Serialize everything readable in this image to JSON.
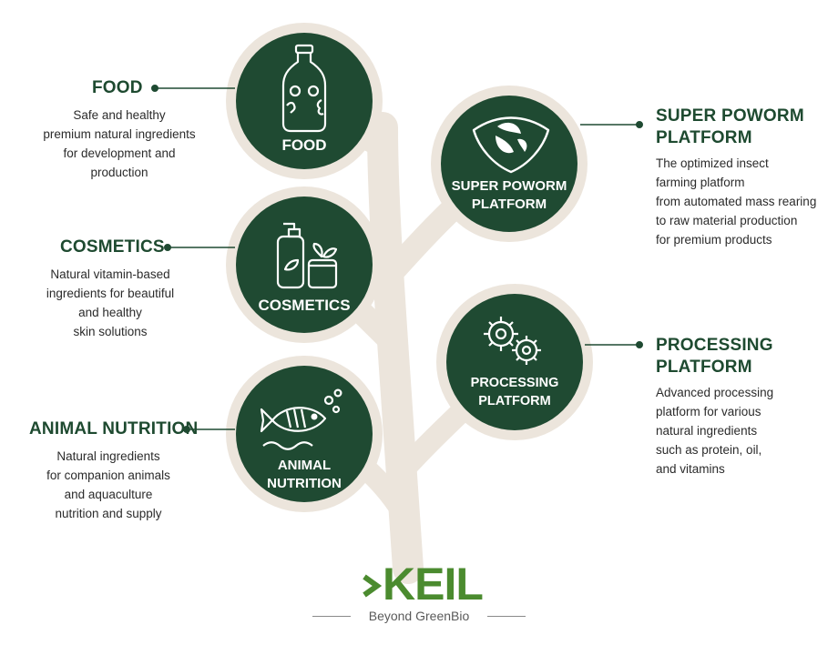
{
  "colors": {
    "circle": "#1f4a32",
    "stem": "#ece5dc",
    "title": "#1e4a30",
    "logo": "#4b8b2f"
  },
  "nodes": {
    "food": {
      "icon": "bottle-icon",
      "circle_label": "FOOD",
      "title": "FOOD",
      "desc": [
        "Safe and healthy",
        "premium natural ingredients",
        "for development and",
        "production"
      ]
    },
    "cosmetics": {
      "icon": "cosmetics-pump-jar-icon",
      "circle_label": "COSMETICS",
      "title": "COSMETICS",
      "desc": [
        "Natural vitamin-based",
        "ingredients for beautiful",
        "and healthy",
        "skin solutions"
      ]
    },
    "animal": {
      "icon": "fish-icon",
      "circle_label": [
        "ANIMAL",
        "NUTRITION"
      ],
      "title": "ANIMAL NUTRITION",
      "desc": [
        "Natural ingredients",
        "for companion animals",
        "and aquaculture",
        "nutrition and supply"
      ]
    },
    "poworm": {
      "icon": "insect-shield-icon",
      "circle_label": [
        "SUPER POWORM",
        "PLATFORM"
      ],
      "title": [
        "SUPER POWORM",
        "PLATFORM"
      ],
      "desc": [
        "The optimized insect",
        "farming platform",
        "from automated mass rearing",
        "to raw material production",
        "for premium products"
      ]
    },
    "processing": {
      "icon": "gears-icon",
      "circle_label": [
        "PROCESSING",
        "PLATFORM"
      ],
      "title": [
        "PROCESSING",
        "PLATFORM"
      ],
      "desc": [
        "Advanced processing",
        "platform for various",
        "natural ingredients",
        "such as protein, oil,",
        "and vitamins"
      ]
    }
  },
  "brand": {
    "name": "KEIL",
    "tagline": "Beyond GreenBio"
  }
}
